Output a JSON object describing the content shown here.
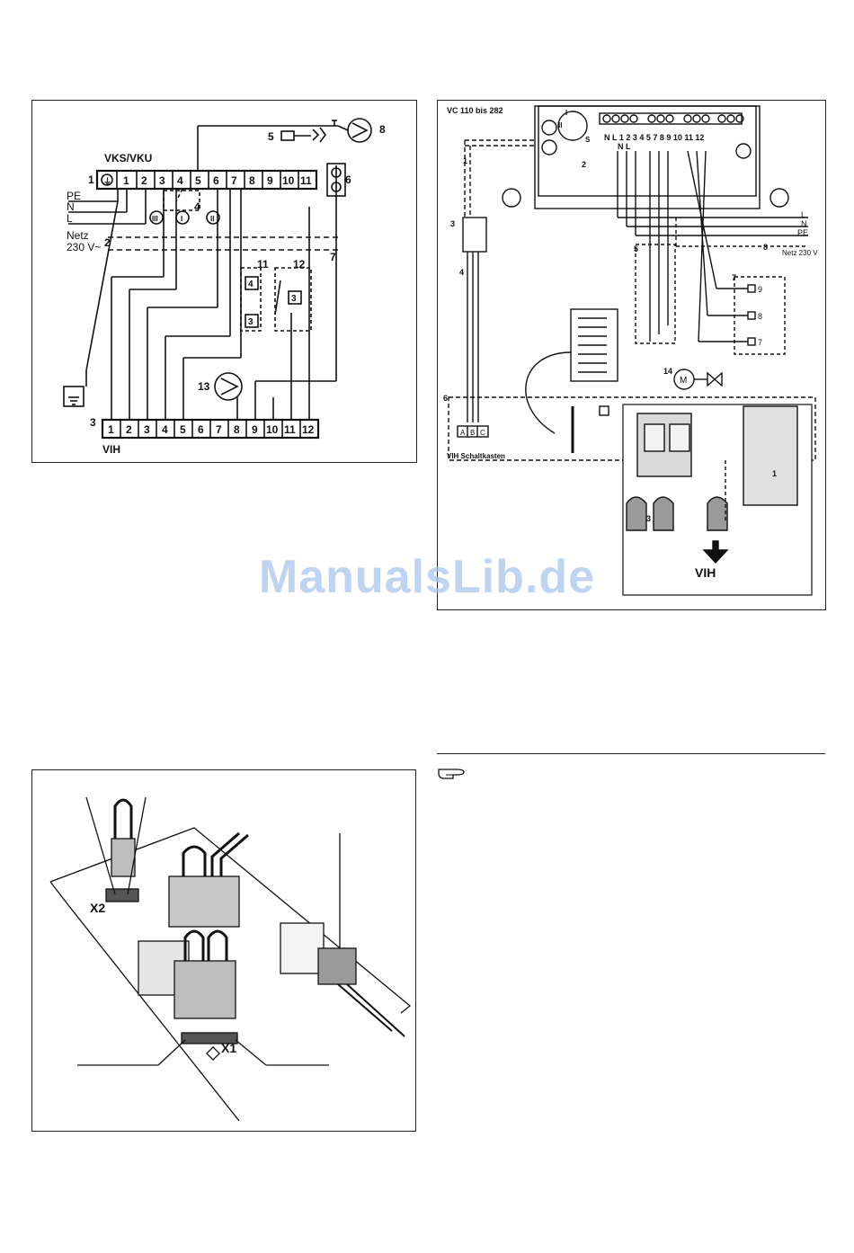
{
  "watermark": "ManualsLib.de",
  "fig1": {
    "header_top": "VKS/VKU",
    "header_bottom": "VIH",
    "top_terminals": [
      "1",
      "2",
      "3",
      "4",
      "5",
      "6",
      "7",
      "8",
      "9",
      "10",
      "11"
    ],
    "bottom_terminals": [
      "1",
      "2",
      "3",
      "4",
      "5",
      "6",
      "7",
      "8",
      "9",
      "10",
      "11",
      "12"
    ],
    "left_labels": [
      "PE",
      "N",
      "L"
    ],
    "netz": "Netz",
    "voltage": "230 V~",
    "callouts": [
      "1",
      "2",
      "3",
      "4",
      "5",
      "6",
      "7",
      "8",
      "11",
      "12",
      "13"
    ],
    "relay_boxes": [
      "4",
      "3",
      "3"
    ],
    "roman": [
      "III",
      "I",
      "II"
    ]
  },
  "fig2": {
    "title": "VC 110 bis 282",
    "terminal_labels": "N L 1 2   3 4 5   7 8 9   10 11 12",
    "nl_label": "N L",
    "mains_lines": [
      "L",
      "N",
      "PE"
    ],
    "mains_label": "Netz 230 V",
    "callouts": [
      "1",
      "2",
      "3",
      "4",
      "5",
      "6",
      "7",
      "8",
      "14"
    ],
    "switch_labels": [
      "I",
      "II",
      "S"
    ],
    "terminals_right": [
      "9",
      "8",
      "7"
    ],
    "abc": [
      "A",
      "B",
      "C"
    ],
    "box_label": "VIH Schaltkasten",
    "inset_callouts": [
      "1",
      "3"
    ],
    "inset_label": "VIH",
    "motor": "M"
  },
  "fig3": {
    "connectors": [
      "X2",
      "X1"
    ]
  }
}
